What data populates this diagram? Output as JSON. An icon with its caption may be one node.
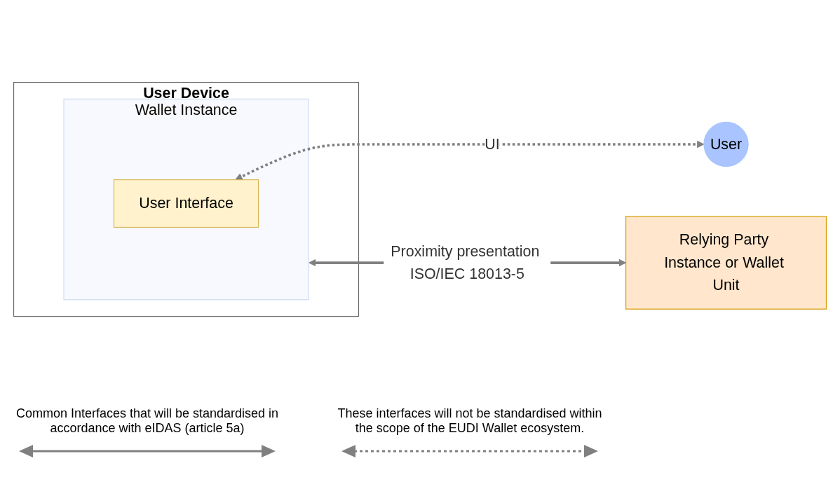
{
  "diagram": {
    "nodes": [
      {
        "text": [
          "User Device"
        ]
      },
      {
        "text": [
          "Wallet Instance"
        ],
        "in": 0
      },
      {
        "text": [
          "User Interface"
        ],
        "in": 1
      },
      {
        "text": [
          "User"
        ]
      },
      {
        "text": [
          "Relying Party Instance or Wallet Unit"
        ]
      }
    ],
    "edges": [
      {
        "from": 2,
        "to": 3,
        "arrow": "both",
        "label": "UI",
        "style": "dashed"
      },
      {
        "from": 1,
        "to": 4,
        "arrow": "both",
        "label": "Proximity presentation ISO/IEC 18013-5"
      }
    ],
    "legend": [
      {
        "text": "Common Interfaces that will be standardised in accordance with eIDAS (article 5a)"
      },
      {
        "text": "These interfaces will not be standardised within the scope of the EUDI Wallet ecosystem."
      }
    ]
  }
}
